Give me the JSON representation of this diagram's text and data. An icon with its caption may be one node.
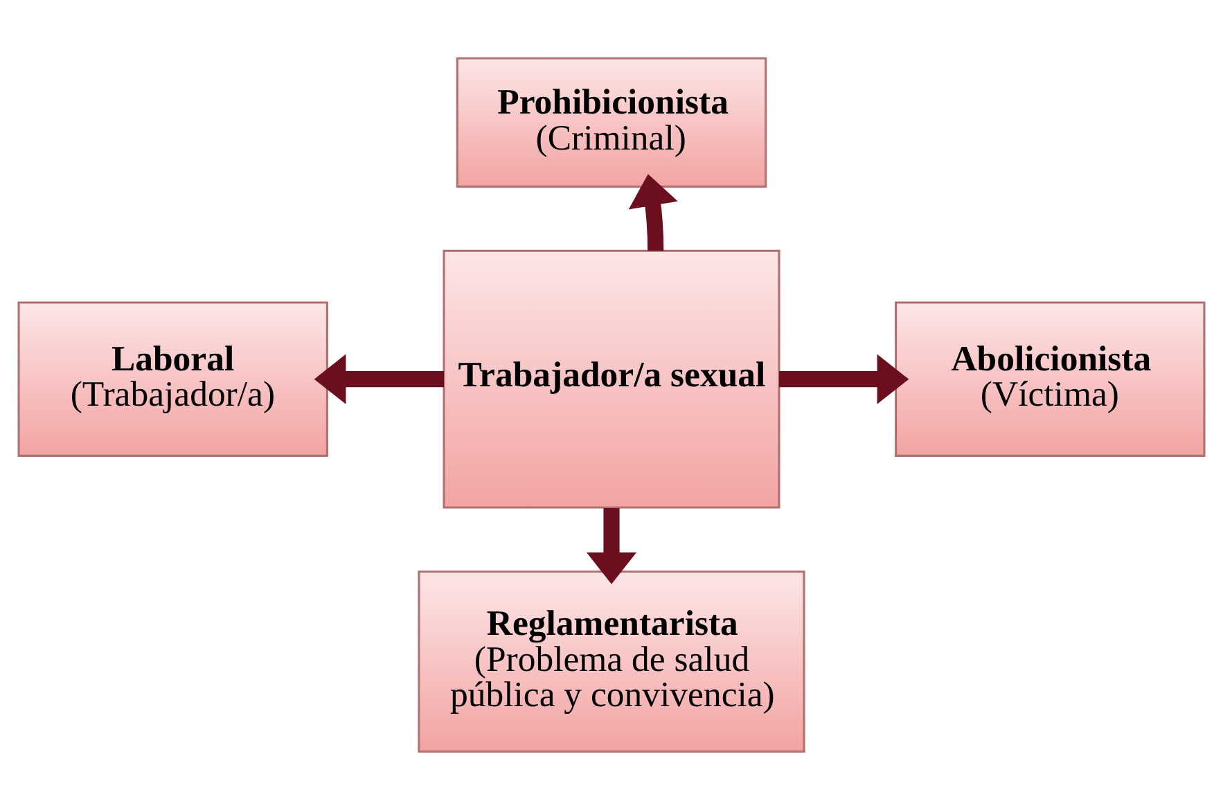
{
  "diagram": {
    "nodes": [
      {
        "text": [
          "Prohibicionista",
          "(Criminal)"
        ]
      },
      {
        "text": [
          "Laboral",
          "(Trabajador/a)"
        ]
      },
      {
        "text": [
          "Trabajador/a sexual"
        ]
      },
      {
        "text": [
          "Abolicionista",
          "(Víctima)"
        ]
      },
      {
        "text": [
          "Reglamentarista",
          "(Problema de salud pública y convivencia)"
        ]
      }
    ],
    "edges": [
      {
        "from": 2,
        "to": 0,
        "arrow": "to"
      },
      {
        "from": 2,
        "to": 1,
        "arrow": "to"
      },
      {
        "from": 2,
        "to": 3,
        "arrow": "to"
      },
      {
        "from": 2,
        "to": 4,
        "arrow": "to"
      }
    ]
  }
}
